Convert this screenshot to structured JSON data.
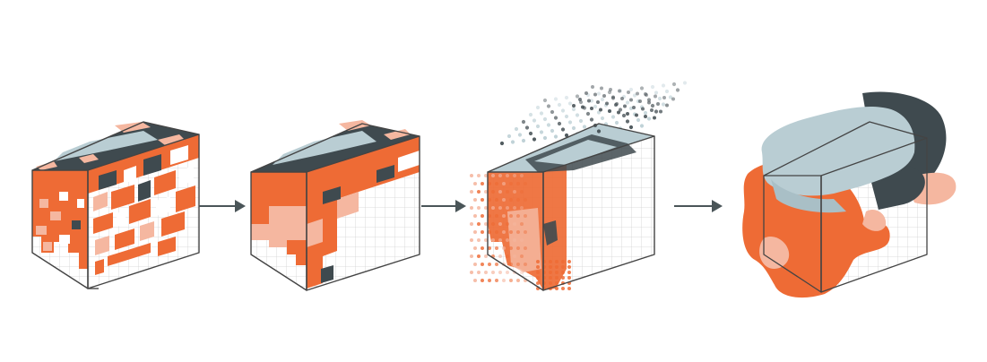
{
  "diagram": {
    "stages": [
      {
        "id": "voxel-grid-coarse",
        "icon": "voxel-cube-icon"
      },
      {
        "id": "voxel-grid-simplified",
        "icon": "voxel-cube-icon"
      },
      {
        "id": "point-cloud",
        "icon": "point-cloud-cube-icon"
      },
      {
        "id": "smooth-mesh",
        "icon": "mesh-blob-icon"
      }
    ],
    "arrows": [
      {
        "from": "voxel-grid-coarse",
        "to": "voxel-grid-simplified",
        "icon": "arrow-right-icon"
      },
      {
        "from": "voxel-grid-simplified",
        "to": "point-cloud",
        "icon": "arrow-right-icon"
      },
      {
        "from": "point-cloud",
        "to": "smooth-mesh",
        "icon": "arrow-right-icon"
      }
    ]
  },
  "colors": {
    "orange": "#ee6b35",
    "peach": "#f5b7a0",
    "dark": "#3f4a4f",
    "light_blue": "#b9cdd3",
    "outline": "#444444",
    "grid": "#cfcfcf",
    "arrow": "#4a5558"
  }
}
